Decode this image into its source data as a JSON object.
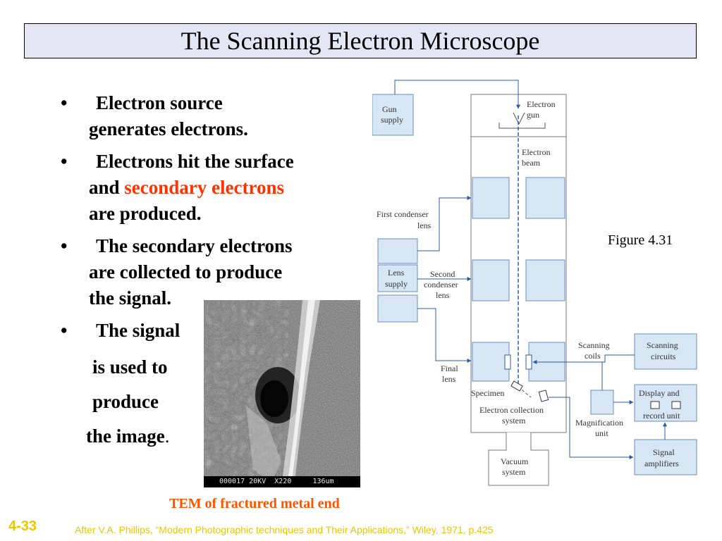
{
  "title": "The Scanning Electron Microscope",
  "bullets": {
    "b1": {
      "line1": "Electron source",
      "line2": "generates electrons."
    },
    "b2": {
      "line1": "Electrons hit the surface",
      "line2_prefix": "and ",
      "line2_highlight": "secondary electrons",
      "line3": "are produced."
    },
    "b3": {
      "line1": "The secondary electrons",
      "line2": "are collected to produce",
      "line3": "the signal."
    },
    "b4": {
      "line1": "The signal",
      "line2": "is used to",
      "line3": "produce",
      "line4": "the image",
      "line4_end": "."
    }
  },
  "bullet_symbol": "•",
  "sem_image": {
    "info_bar": "000017 20KV  X220     136um",
    "caption": "TEM of fractured metal end"
  },
  "figure_label": "Figure 4.31",
  "diagram_labels": {
    "gun_supply": [
      "Gun",
      "supply"
    ],
    "electron_gun": [
      "Electron",
      "gun"
    ],
    "electron_beam": [
      "Electron",
      "beam"
    ],
    "first_condenser": [
      "First condenser",
      "lens"
    ],
    "lens_supply": [
      "Lens",
      "supply"
    ],
    "second_condenser": [
      "Second",
      "condenser",
      "lens"
    ],
    "final_lens": [
      "Final",
      "lens"
    ],
    "scanning_coils": [
      "Scanning",
      "coils"
    ],
    "scanning_circuits": [
      "Scanning",
      "circuits"
    ],
    "specimen": "Specimen",
    "collection": [
      "Electron collection",
      "system"
    ],
    "display": [
      "Display and",
      "record unit"
    ],
    "magnification": [
      "Magnification",
      "unit"
    ],
    "signal_amps": [
      "Signal",
      "amplifiers"
    ],
    "vacuum": [
      "Vacuum",
      "system"
    ]
  },
  "colors": {
    "accent_red": "#ff3300",
    "caption_orange": "#ff5500",
    "footer_yellow": "#e6c800",
    "title_bg": "#e5e5f5",
    "box_blue": "#d7e6f5",
    "line_blue": "#2c5aa0"
  },
  "page_number": "4-33",
  "citation": "After V.A. Phillips, “Modern Photographic techniques and Their Applications,” Wiley, 1971, p.425"
}
